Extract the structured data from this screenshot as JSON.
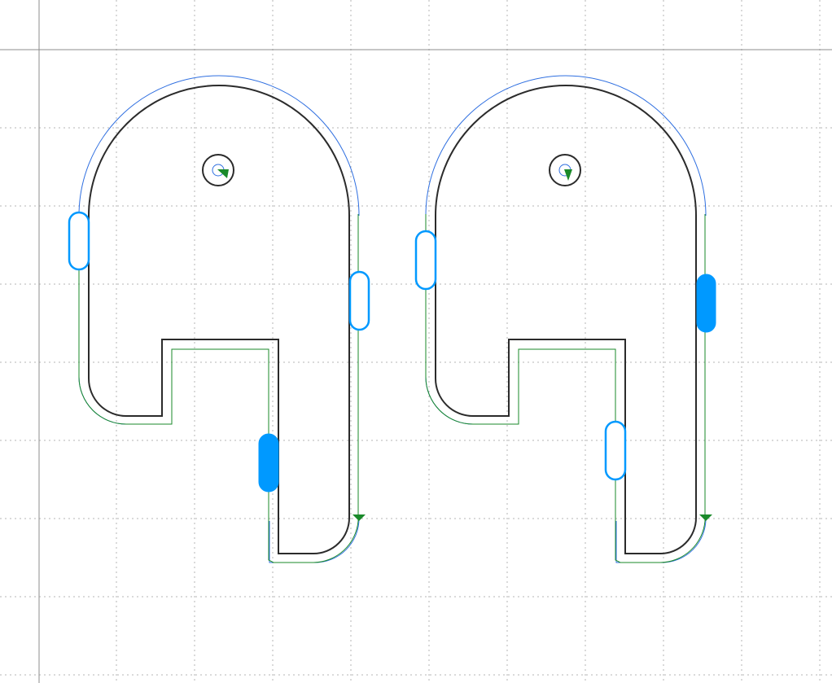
{
  "canvas": {
    "background": "#ffffff",
    "grid_color": "#b4b4b4",
    "ruler_line_color": "#8c8c8c",
    "grid_style": "dotted"
  },
  "colors": {
    "part_outline": "#2b2b2b",
    "offset_path": "#2f6fe0",
    "toolpath": "#1a8a2a",
    "tab": "#0099ff",
    "direction_arrow": "#1a8a2a"
  },
  "shapes": [
    {
      "id": "left",
      "tabs": [
        "outline",
        "outline",
        "filled"
      ],
      "start-marker": "circle-with-arrow",
      "end-marker": "triangle"
    },
    {
      "id": "right",
      "tabs": [
        "outline",
        "filled",
        "outline"
      ],
      "start-marker": "circle-with-arrow",
      "end-marker": "triangle"
    }
  ]
}
